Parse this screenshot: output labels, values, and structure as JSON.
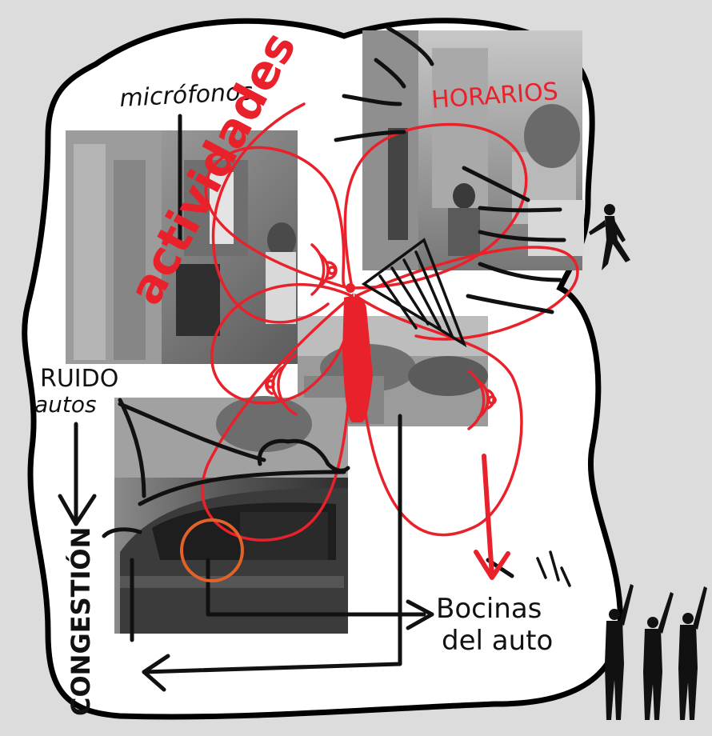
{
  "labels": {
    "actividades": "actividades",
    "microfonos": "micrófonos",
    "horarios": "HORARIOS",
    "ruido": "RUIDO",
    "autos": "autos",
    "congestion": "CONGESTIÓN",
    "bocinas": "Bocinas",
    "del_auto": "del auto"
  },
  "colors": {
    "background": "#dcdcdc",
    "blob": "#ffffff",
    "ink_black": "#111111",
    "ink_red": "#e8212b",
    "ink_orange": "#e2622a"
  },
  "icons": [
    "walking-person-icon",
    "waving-people-icon",
    "sound-waves-icon",
    "megaphone-icon"
  ]
}
